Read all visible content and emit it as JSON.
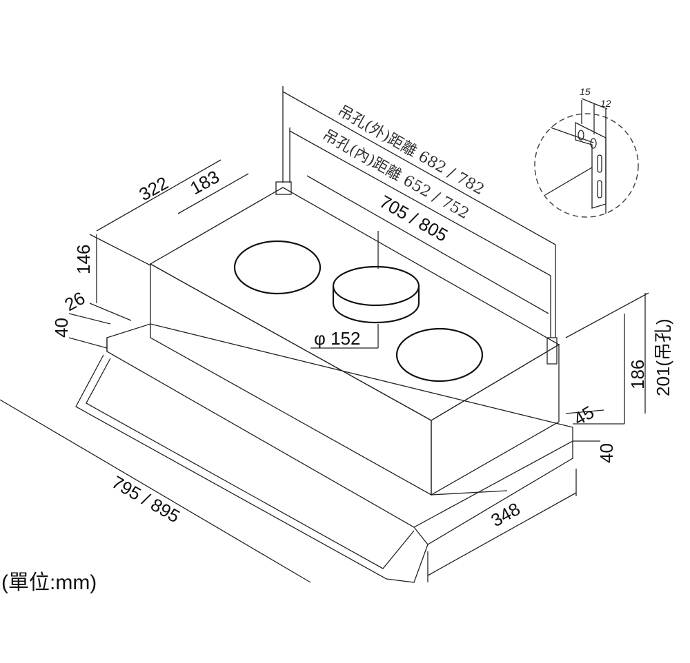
{
  "title": "Range hood dimension drawing",
  "unit_label": "(單位:mm)",
  "dimensions": {
    "hole_outer_distance": "吊孔(外)距離 682 / 782",
    "hole_inner_distance": "吊孔(內)距離 652 / 752",
    "body_width": "705 / 805",
    "depth_322": "322",
    "depth_183": "183",
    "height_146": "146",
    "height_26": "26",
    "height_40_left": "40",
    "duct_diameter": "φ 152",
    "height_186": "186",
    "height_201": "201(吊孔)",
    "offset_45": "45",
    "height_40_right": "40",
    "total_width": "795 / 895",
    "total_depth": "348",
    "bracket_15": "15",
    "bracket_12": "12"
  }
}
